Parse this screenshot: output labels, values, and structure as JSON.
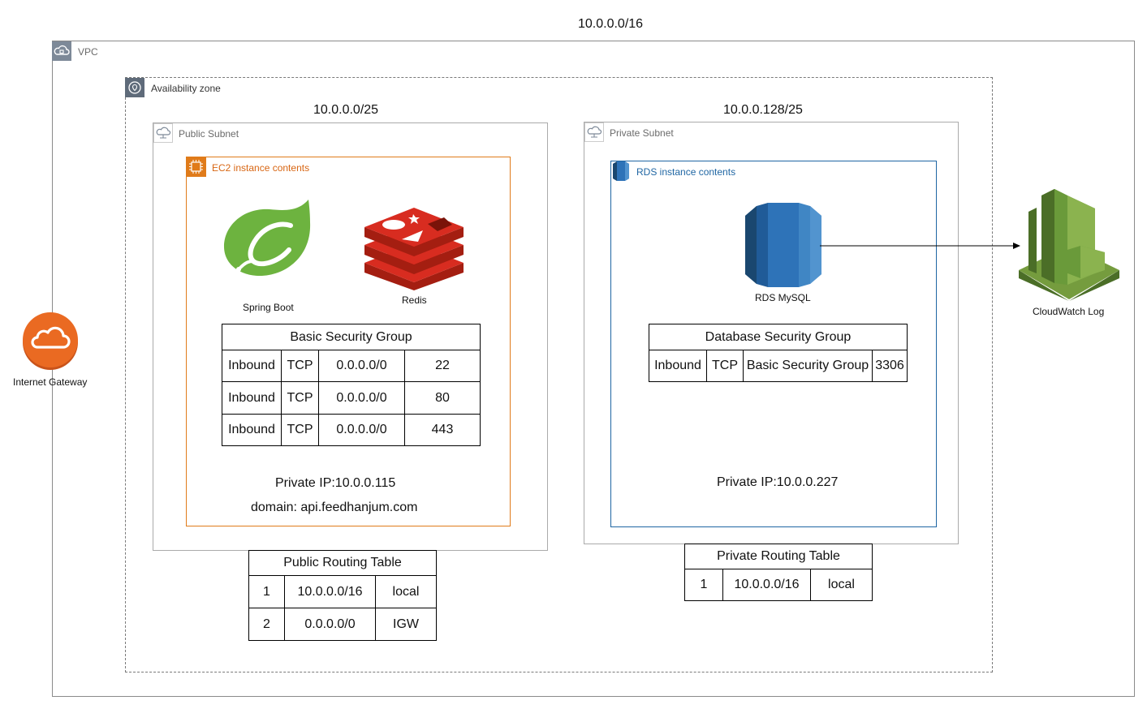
{
  "vpc": {
    "cidr": "10.0.0.0/16",
    "label": "VPC"
  },
  "availability_zone": {
    "label": "Availability zone"
  },
  "public_subnet": {
    "cidr": "10.0.0.0/25",
    "label": "Public Subnet"
  },
  "private_subnet": {
    "cidr": "10.0.0.128/25",
    "label": "Private Subnet"
  },
  "ec2": {
    "label": "EC2 instance contents",
    "spring_label": "Spring Boot",
    "redis_label": "Redis",
    "private_ip": "Private IP:10.0.0.115",
    "domain": "domain: api.feedhanjum.com"
  },
  "rds": {
    "label": "RDS instance contents",
    "mysql_label": "RDS MySQL",
    "private_ip": "Private IP:10.0.0.227"
  },
  "basic_sg": {
    "title": "Basic Security Group",
    "rows": [
      [
        "Inbound",
        "TCP",
        "0.0.0.0/0",
        "22"
      ],
      [
        "Inbound",
        "TCP",
        "0.0.0.0/0",
        "80"
      ],
      [
        "Inbound",
        "TCP",
        "0.0.0.0/0",
        "443"
      ]
    ]
  },
  "db_sg": {
    "title": "Database Security Group",
    "rows": [
      [
        "Inbound",
        "TCP",
        "Basic Security Group",
        "3306"
      ]
    ]
  },
  "public_rt": {
    "title": "Public Routing Table",
    "rows": [
      [
        "1",
        "10.0.0.0/16",
        "local"
      ],
      [
        "2",
        "0.0.0.0/0",
        "IGW"
      ]
    ]
  },
  "private_rt": {
    "title": "Private Routing Table",
    "rows": [
      [
        "1",
        "10.0.0.0/16",
        "local"
      ]
    ]
  },
  "igw": {
    "label": "Internet Gateway"
  },
  "cloudwatch": {
    "label": "CloudWatch Log"
  },
  "colors": {
    "ec2_orange": "#e07b1a",
    "rds_blue": "#1f66a3",
    "spring_green": "#6db33f",
    "redis_red": "#d6342c",
    "igw_orange": "#ea6a22",
    "cloudwatch_green": "#6a9a3a",
    "group_gray": "#7d8998"
  }
}
